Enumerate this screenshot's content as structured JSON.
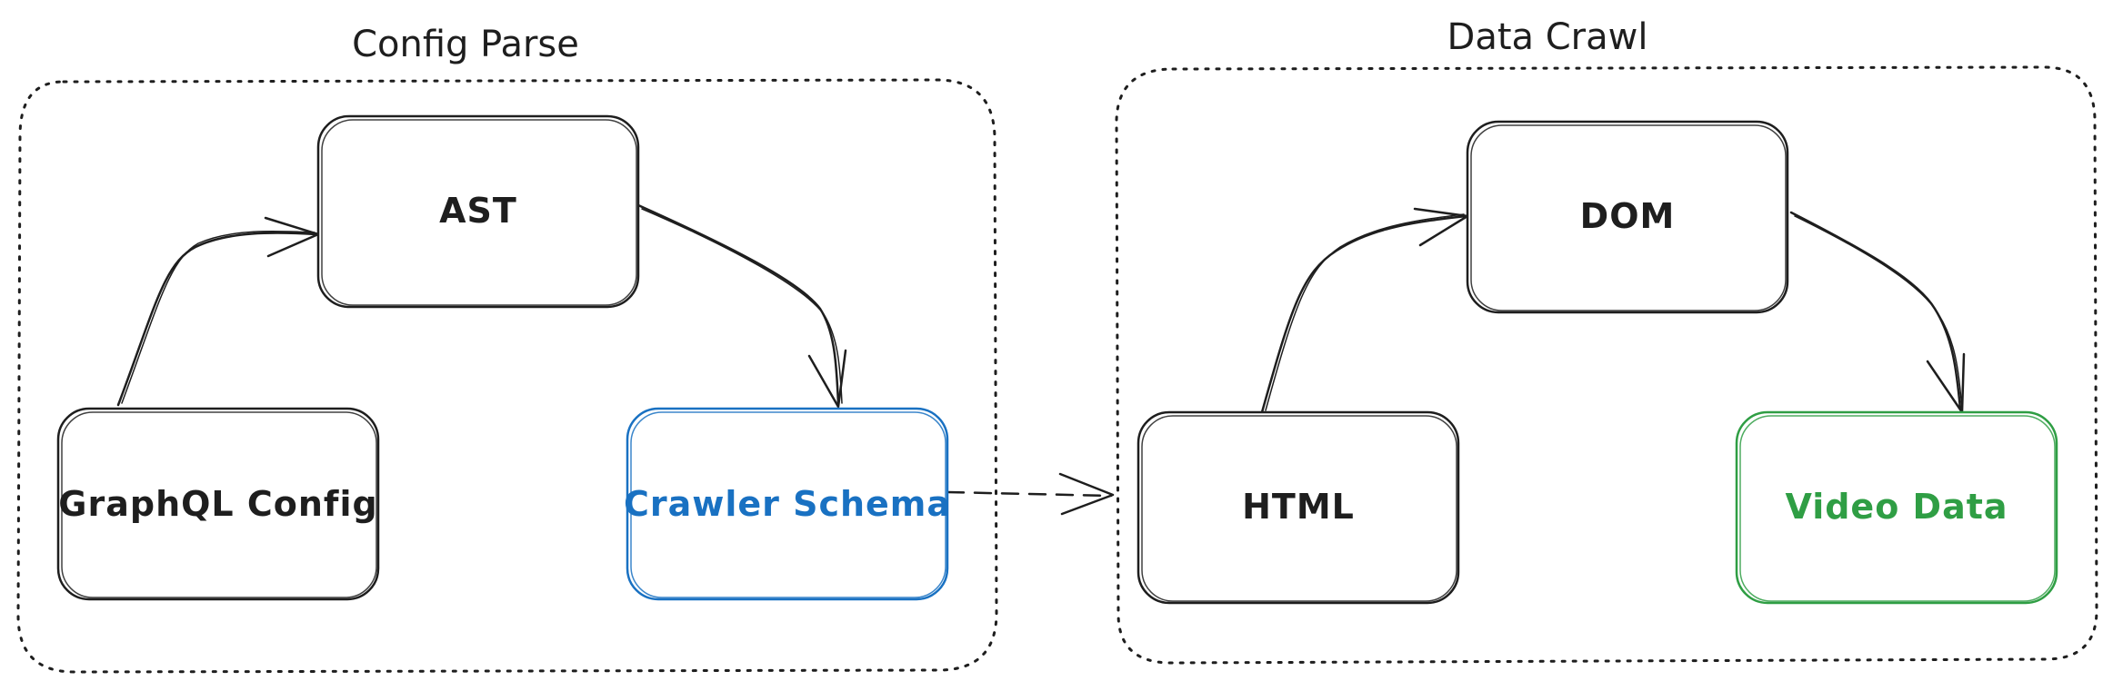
{
  "groups": [
    {
      "id": "config-parse",
      "title": "Config Parse"
    },
    {
      "id": "data-crawl",
      "title": "Data Crawl"
    }
  ],
  "nodes": [
    {
      "id": "ast",
      "label": "AST",
      "color": "#1e1e1e"
    },
    {
      "id": "graphql-config",
      "label": "GraphQL Config",
      "color": "#1e1e1e"
    },
    {
      "id": "crawler-schema",
      "label": "Crawler Schema",
      "color": "#1971c2"
    },
    {
      "id": "dom",
      "label": "DOM",
      "color": "#1e1e1e"
    },
    {
      "id": "html",
      "label": "HTML",
      "color": "#1e1e1e"
    },
    {
      "id": "video-data",
      "label": "Video Data",
      "color": "#2f9e44"
    }
  ],
  "edges": [
    {
      "from": "graphql-config",
      "to": "ast",
      "style": "solid"
    },
    {
      "from": "ast",
      "to": "crawler-schema",
      "style": "solid"
    },
    {
      "from": "crawler-schema",
      "to": "data-crawl",
      "style": "dashed"
    },
    {
      "from": "html",
      "to": "dom",
      "style": "solid"
    },
    {
      "from": "dom",
      "to": "video-data",
      "style": "solid"
    }
  ]
}
